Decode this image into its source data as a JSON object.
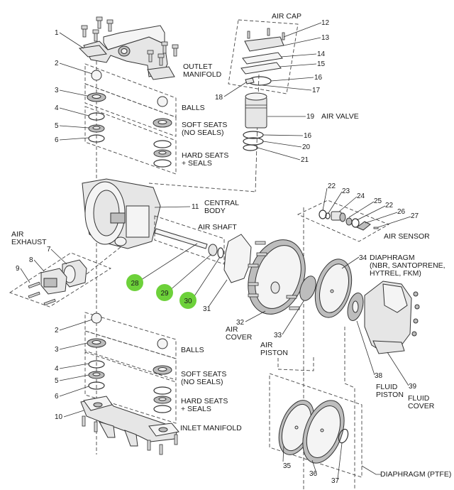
{
  "title": "Pump exploded parts diagram",
  "highlight_color": "#6dd13a",
  "groups": {
    "outlet_manifold": "OUTLET\nMANIFOLD",
    "outlet_manifold_l1": "OUTLET",
    "outlet_manifold_l2": "MANIFOLD",
    "balls_top": "BALLS",
    "soft_seats_top_l1": "SOFT SEATS",
    "soft_seats_top_l2": "(NO SEALS)",
    "hard_seats_top_l1": "HARD SEATS",
    "hard_seats_top_l2": "+ SEALS",
    "air_cap": "AIR CAP",
    "air_valve": "AIR VALVE",
    "central_body_l1": "CENTRAL",
    "central_body_l2": "BODY",
    "air_shaft": "AIR SHAFT",
    "air_sensor": "AIR SENSOR",
    "air_exhaust_l1": "AIR",
    "air_exhaust_l2": "EXHAUST",
    "diaphragm_l1": "DIAPHRAGM",
    "diaphragm_l2": "(NBR, SANTOPRENE,",
    "diaphragm_l3": "HYTREL, FKM)",
    "air_cover_l1": "AIR",
    "air_cover_l2": "COVER",
    "air_piston_l1": "AIR",
    "air_piston_l2": "PISTON",
    "fluid_piston_l1": "FLUID",
    "fluid_piston_l2": "PISTON",
    "fluid_cover_l1": "FLUID",
    "fluid_cover_l2": "COVER",
    "balls_bottom": "BALLS",
    "soft_seats_bottom_l1": "SOFT SEATS",
    "soft_seats_bottom_l2": "(NO SEALS)",
    "hard_seats_bottom_l1": "HARD SEATS",
    "hard_seats_bottom_l2": "+ SEALS",
    "inlet_manifold": "INLET MANIFOLD",
    "diaphragm_ptfe": "DIAPHRAGM (PTFE)"
  },
  "callouts": {
    "c1": "1",
    "c2a": "2",
    "c3a": "3",
    "c4a": "4",
    "c5a": "5",
    "c6a": "6",
    "c7": "7",
    "c8": "8",
    "c9": "9",
    "c10": "10",
    "c11": "11",
    "c12": "12",
    "c13": "13",
    "c14": "14",
    "c15": "15",
    "c16a": "16",
    "c17": "17",
    "c18": "18",
    "c19": "19",
    "c16b": "16",
    "c20": "20",
    "c21": "21",
    "c22a": "22",
    "c23": "23",
    "c24": "24",
    "c25": "25",
    "c22b": "22",
    "c26": "26",
    "c27": "27",
    "c28": "28",
    "c29": "29",
    "c30": "30",
    "c31": "31",
    "c32": "32",
    "c33": "33",
    "c34": "34",
    "c35": "35",
    "c36": "36",
    "c37": "37",
    "c38": "38",
    "c39": "39",
    "c2b": "2",
    "c3b": "3",
    "c4b": "4",
    "c5b": "5",
    "c6b": "6"
  },
  "highlighted_callouts": [
    "28",
    "29",
    "30"
  ]
}
